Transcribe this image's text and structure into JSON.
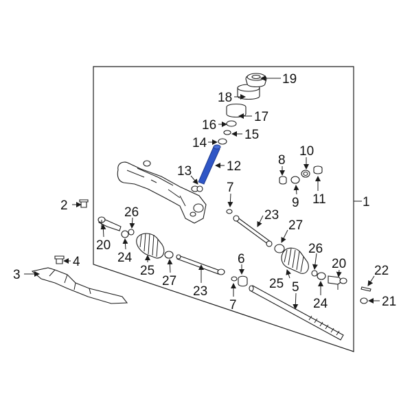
{
  "diagram": {
    "accent_color": "#2f56c6",
    "highlighted_part": "12",
    "callouts": {
      "c1": "1",
      "c2": "2",
      "c3": "3",
      "c4": "4",
      "c5": "5",
      "c6": "6",
      "c7a": "7",
      "c7b": "7",
      "c8": "8",
      "c9": "9",
      "c10": "10",
      "c11": "11",
      "c12": "12",
      "c13": "13",
      "c14": "14",
      "c15": "15",
      "c16": "16",
      "c17": "17",
      "c18": "18",
      "c19": "19",
      "c20a": "20",
      "c20b": "20",
      "c21": "21",
      "c22": "22",
      "c23a": "23",
      "c23b": "23",
      "c24a": "24",
      "c24b": "24",
      "c25a": "25",
      "c25b": "25",
      "c26a": "26",
      "c26b": "26",
      "c27a": "27",
      "c27b": "27"
    }
  }
}
